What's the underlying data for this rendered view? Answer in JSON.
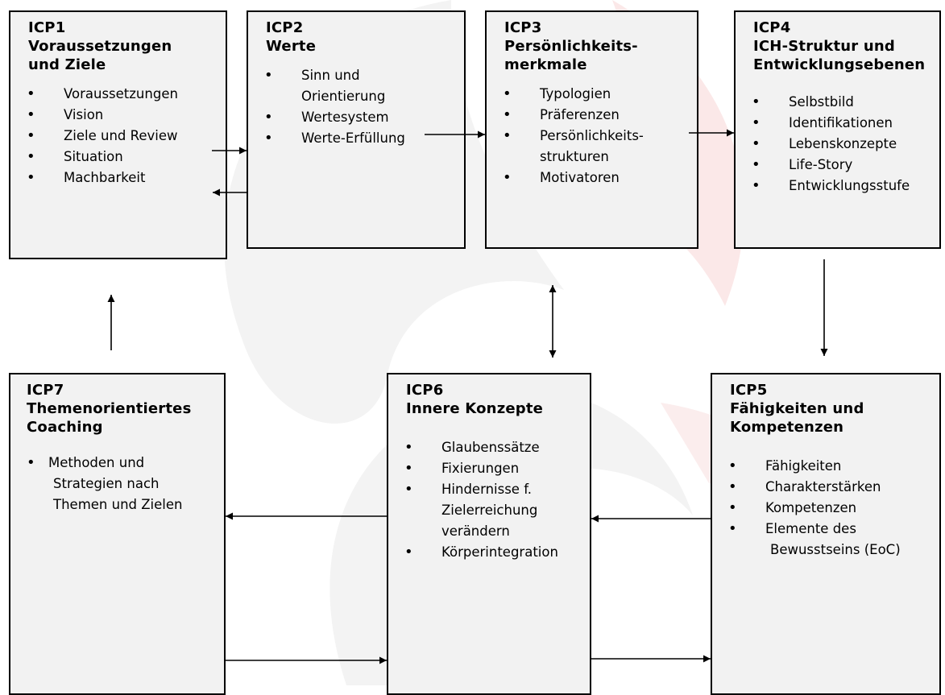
{
  "boxes": {
    "icp1": {
      "code": "ICP1",
      "title_lines": [
        "Voraussetzungen",
        "und Ziele"
      ],
      "items": [
        [
          "Voraussetzungen"
        ],
        [
          "Vision"
        ],
        [
          "Ziele und Review"
        ],
        [
          "Situation"
        ],
        [
          "Machbarkeit"
        ]
      ]
    },
    "icp2": {
      "code": "ICP2",
      "title_lines": [
        "Werte"
      ],
      "items": [
        [
          "Sinn und",
          "Orientierung"
        ],
        [
          "Wertesystem"
        ],
        [
          "Werte-Erfüllung"
        ]
      ]
    },
    "icp3": {
      "code": "ICP3",
      "title_lines": [
        "Persönlichkeits-",
        "merkmale"
      ],
      "items": [
        [
          "Typologien"
        ],
        [
          "Präferenzen"
        ],
        [
          "Persönlichkeits-",
          "strukturen"
        ],
        [
          "Motivatoren"
        ]
      ]
    },
    "icp4": {
      "code": "ICP4",
      "title_lines": [
        "ICH-Struktur und",
        "Entwicklungsebenen"
      ],
      "items": [
        [
          "Selbstbild"
        ],
        [
          "Identifikationen"
        ],
        [
          "Lebenskonzepte"
        ],
        [
          "Life-Story"
        ],
        [
          "Entwicklungsstufe"
        ]
      ]
    },
    "icp5": {
      "code": "ICP5",
      "title_lines": [
        "Fähigkeiten und",
        "Kompetenzen"
      ],
      "items": [
        [
          "Fähigkeiten"
        ],
        [
          "Charakterstärken"
        ],
        [
          "Kompetenzen"
        ],
        [
          "Elemente des",
          "Bewusstseins (EoC)"
        ]
      ]
    },
    "icp6": {
      "code": "ICP6",
      "title_lines": [
        "Innere Konzepte"
      ],
      "items": [
        [
          "Glaubenssätze"
        ],
        [
          "Fixierungen"
        ],
        [
          "Hindernisse f.",
          "Zielerreichung",
          "verändern"
        ],
        [
          "Körperintegration"
        ]
      ]
    },
    "icp7": {
      "code": "ICP7",
      "title_lines": [
        "Themenorientiertes",
        "Coaching"
      ],
      "items": [
        [
          "Methoden und",
          "Strategien nach",
          "Themen und Zielen"
        ]
      ]
    }
  },
  "colors": {
    "box_fill": "#f2f2f2",
    "border": "#000000",
    "watermark_main": "#f3f3f3",
    "watermark_accent": "#f7d6d6"
  }
}
